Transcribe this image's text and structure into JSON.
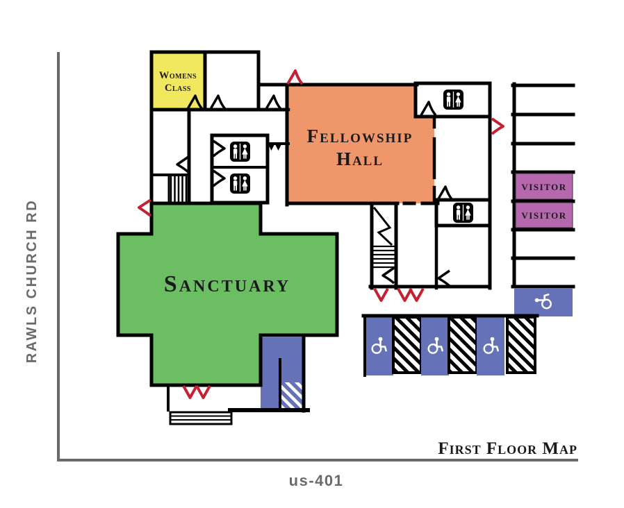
{
  "colors": {
    "wall": "#000000",
    "door": "#c42133",
    "road": "#6a6a6a",
    "room-womens": "#f2e860",
    "room-fellowship": "#f0966b",
    "room-sanctuary": "#6cbe63",
    "parking-blue": "#6672b8",
    "visitor-purple": "#b568ae",
    "label": "#1a1a1a"
  },
  "map": {
    "title": "First Floor Map",
    "roads": {
      "left": "RAWLS CHURCH RD",
      "bottom": "us-401"
    },
    "rooms": {
      "womens_class": {
        "line1": "Womens",
        "line2": "Class"
      },
      "fellowship_hall": {
        "line1": "Fellowship",
        "line2": "Hall"
      },
      "sanctuary": {
        "label": "Sanctuary"
      }
    },
    "parking": {
      "visitor_spots": [
        "VISITOR",
        "VISITOR"
      ],
      "handicap_spot_count": 5
    },
    "icons": {
      "restroom": "mens-womens-restroom",
      "wheelchair": "wheelchair-accessible"
    }
  }
}
